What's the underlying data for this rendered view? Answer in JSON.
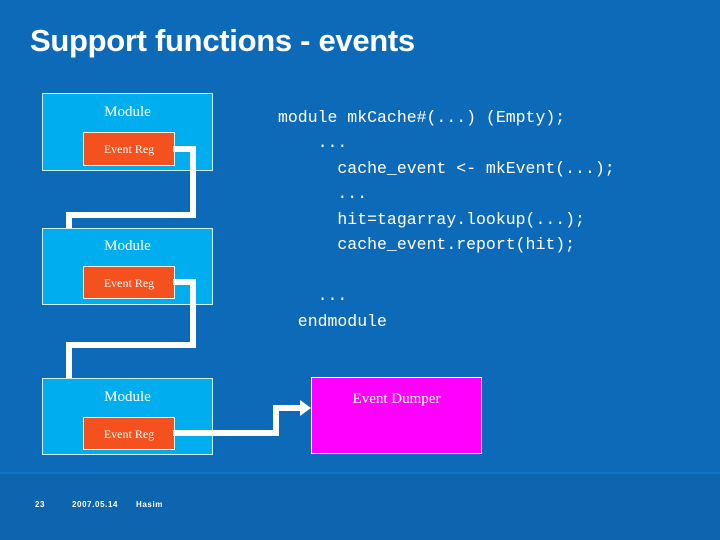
{
  "slide": {
    "title": "Support functions - events",
    "background_color": "#0d6ab8",
    "accent_colors": {
      "module_fill": "#00aeef",
      "event_reg_fill": "#f4511e",
      "event_dumper_fill": "#ff00ff",
      "connector": "#ffffff",
      "text": "#ffffff"
    }
  },
  "diagram": {
    "modules": [
      {
        "label": "Module",
        "event_reg_label": "Event Reg"
      },
      {
        "label": "Module",
        "event_reg_label": "Event Reg"
      },
      {
        "label": "Module",
        "event_reg_label": "Event Reg"
      }
    ],
    "event_dumper": {
      "label": "Event Dumper"
    }
  },
  "code": {
    "language": "bluespec",
    "lines": [
      "module mkCache#(...) (Empty);",
      "    ...",
      "      cache_event <- mkEvent(...);",
      "      ...",
      "      hit=tagarray.lookup(...);",
      "      cache_event.report(hit);",
      "",
      "    ...",
      "  endmodule"
    ],
    "text": "module mkCache#(...) (Empty);\n    ...\n      cache_event <- mkEvent(...);\n      ...\n      hit=tagarray.lookup(...);\n      cache_event.report(hit);\n\n    ...\n  endmodule"
  },
  "footer": {
    "page_number": "23",
    "date": "2007.05.14",
    "author": "Hasim"
  }
}
